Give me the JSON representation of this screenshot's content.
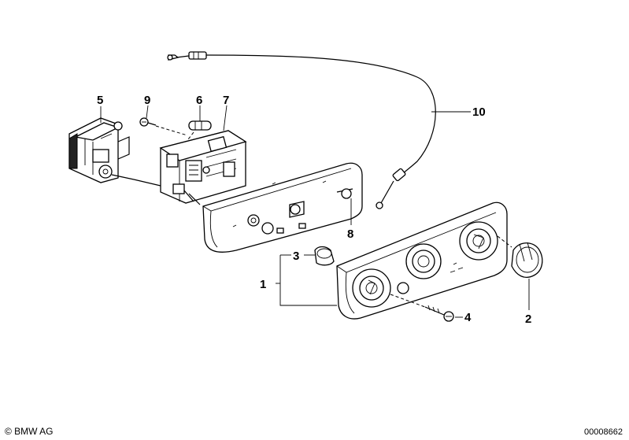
{
  "callouts": {
    "c1": "1",
    "c2": "2",
    "c3": "3",
    "c4": "4",
    "c5": "5",
    "c6": "6",
    "c7": "7",
    "c8": "8",
    "c9": "9",
    "c10": "10"
  },
  "footer": {
    "copyright": "© BMW AG",
    "doc_number": "00008662"
  }
}
